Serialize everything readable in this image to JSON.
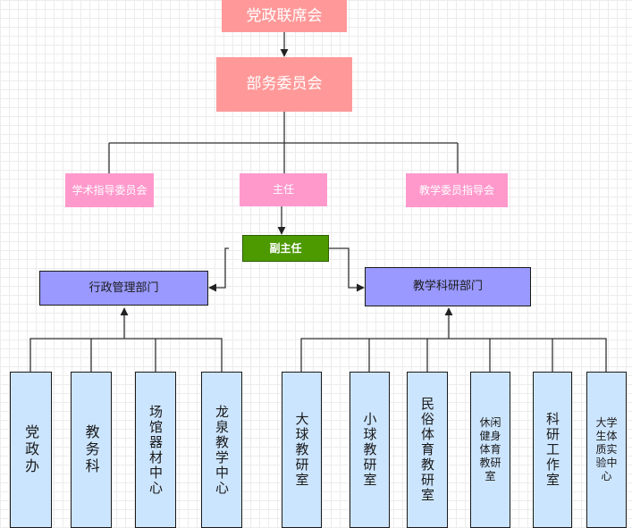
{
  "org_chart": {
    "top": "党政联席会",
    "committee": "部务委员会",
    "advisory": {
      "academic": "学术指导委员会",
      "director": "主任",
      "teaching": "教学委员指导会"
    },
    "deputy": "副主任",
    "departments": {
      "admin": "行政管理部门",
      "teaching": "教学科研部门"
    },
    "admin_units": {
      "party_office": "党政办",
      "academic_affairs": "教务科",
      "venue_center": "场馆器材中心",
      "longquan_center": "龙泉教学中心"
    },
    "teaching_units": {
      "big_ball": "大球教研室",
      "small_ball": "小球教研室",
      "folk_sports": "民俗体育教研室",
      "leisure_fitness": [
        "休闲",
        "健身",
        "体育",
        "教研",
        "室"
      ],
      "research_studio": "科研工作室",
      "fitness_lab": [
        "大学",
        "生体",
        "质实",
        "验中",
        "心"
      ]
    }
  }
}
